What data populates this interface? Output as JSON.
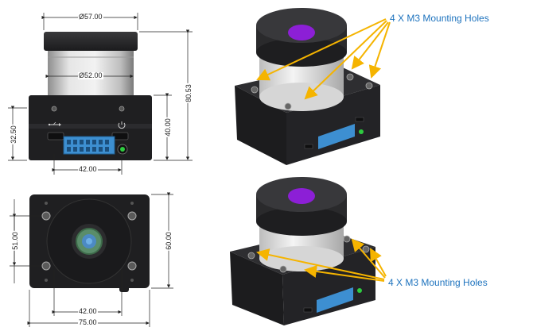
{
  "colors": {
    "body": "#1f1f21",
    "body_light": "#2e2e31",
    "cap": "#2a2a2c",
    "cylinder": "#d9d9d9",
    "lens": "#8c1fd6",
    "callout_text": "#1e73be",
    "callout_arrow": "#f5b400",
    "connector": "#3d8fd1",
    "led": "#2ecc40",
    "dimension_line": "#222222"
  },
  "icons": [
    "usb-icon",
    "power-icon",
    "mounting-hole-icon",
    "lens-icon"
  ],
  "front_view": {
    "dims": {
      "cap_diameter": "Ø57.00",
      "cylinder_diameter": "Ø52.00",
      "total_height": "80.53",
      "body_height": "40.00",
      "connector_height": "32.50",
      "connector_width": "42.00"
    }
  },
  "top_view": {
    "dims": {
      "hole_spacing_x": "42.00",
      "hole_spacing_y": "51.00",
      "body_width": "75.00",
      "body_depth": "60.00"
    }
  },
  "callouts": {
    "top": "4 X M3 Mounting Holes",
    "bottom": "4 X M3 Mounting Holes"
  }
}
